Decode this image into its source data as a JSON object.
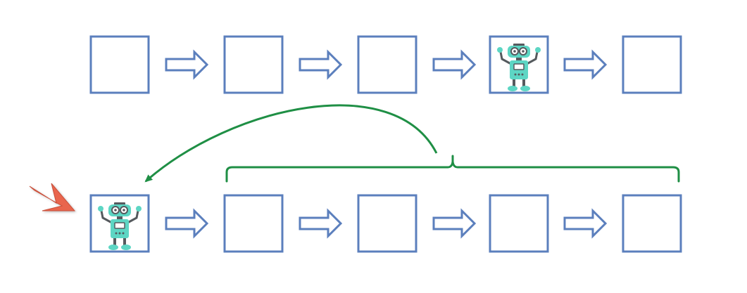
{
  "diagram": {
    "rows": [
      {
        "id": "top",
        "steps": [
          {
            "kind": "empty"
          },
          {
            "kind": "empty"
          },
          {
            "kind": "empty"
          },
          {
            "kind": "robot"
          },
          {
            "kind": "empty"
          }
        ]
      },
      {
        "id": "bottom",
        "steps": [
          {
            "kind": "robot"
          },
          {
            "kind": "empty"
          },
          {
            "kind": "empty"
          },
          {
            "kind": "empty"
          },
          {
            "kind": "empty"
          }
        ]
      }
    ],
    "connector_icon": "right-arrow-outline-icon",
    "robot_icon": "robot-icon",
    "pointer_icon": "red-pointer-arrow-icon",
    "colors": {
      "box_stroke": "#5b7fbd",
      "arrow_stroke": "#5b7fbd",
      "green": "#1f8f45",
      "pointer_fill": "#e9654d",
      "robot_body": "#5dd6c4",
      "robot_dark": "#555a5e"
    }
  }
}
